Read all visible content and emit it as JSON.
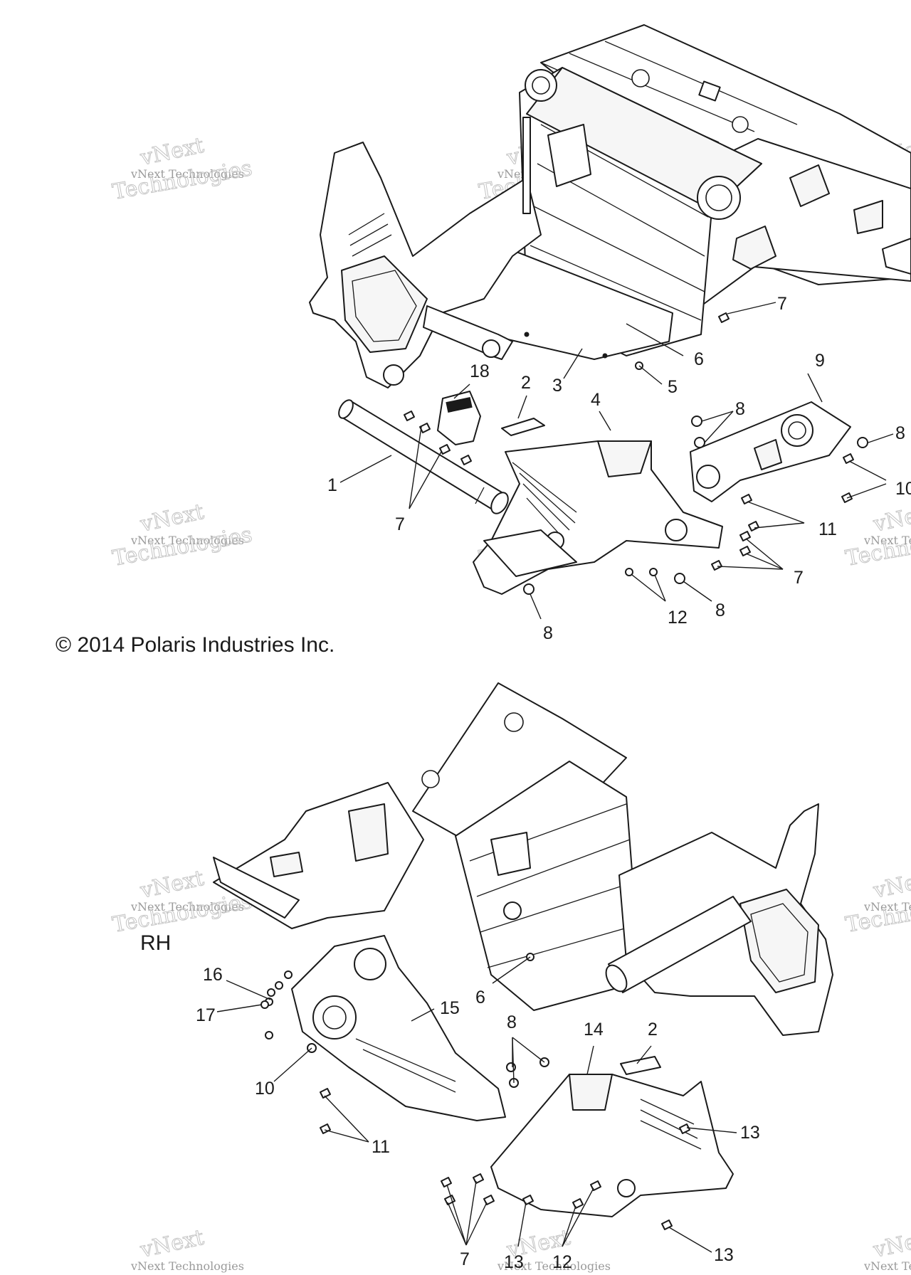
{
  "copyright": "© 2014 Polaris Industries Inc.",
  "view_label": "RH",
  "watermark": {
    "line1": "vNext Technologies",
    "line2": "Technologies",
    "arc": "vNext"
  },
  "callouts": {
    "top": [
      "7",
      "6",
      "5",
      "3",
      "9",
      "8",
      "2",
      "18",
      "4",
      "1",
      "7",
      "8",
      "10",
      "11",
      "7",
      "8",
      "12",
      "8"
    ],
    "bottom": [
      "16",
      "17",
      "15",
      "6",
      "8",
      "14",
      "2",
      "10",
      "13",
      "11",
      "7",
      "13",
      "12",
      "13"
    ]
  }
}
